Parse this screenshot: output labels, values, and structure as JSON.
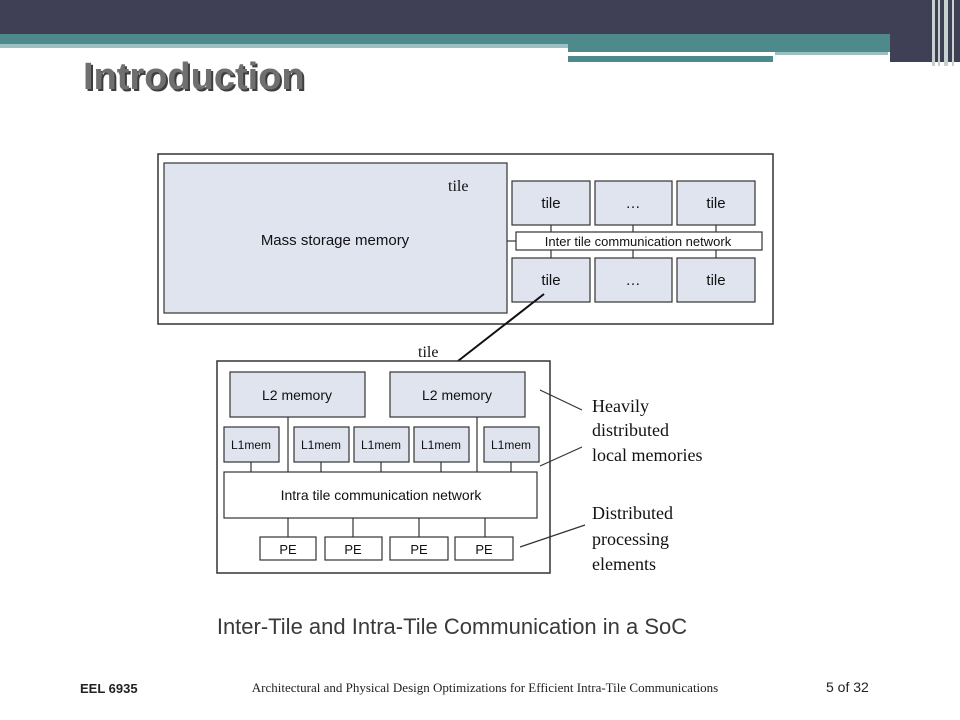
{
  "slide": {
    "title": "Introduction",
    "caption": "Inter-Tile and Intra-Tile Communication in a SoC",
    "footer": {
      "course": "EEL 6935",
      "title": "Architectural and Physical Design Optimizations for Efficient Intra-Tile Communications",
      "page": "5 of 32"
    }
  },
  "diagram": {
    "chip": {
      "tile_label": "tile",
      "mass_storage": "Mass storage memory",
      "tiles_top": [
        "tile",
        "…",
        "tile"
      ],
      "network": "Inter tile communication network",
      "tiles_bottom": [
        "tile",
        "…",
        "tile"
      ]
    },
    "tile_detail": {
      "label": "tile",
      "l2": [
        "L2 memory",
        "L2 memory"
      ],
      "l1": [
        "L1mem",
        "L1mem",
        "L1mem",
        "L1mem",
        "L1mem"
      ],
      "network": "Intra tile communication network",
      "pe": [
        "PE",
        "PE",
        "PE",
        "PE"
      ]
    },
    "annotations": {
      "memories": [
        "Heavily",
        "distributed",
        "local memories"
      ],
      "processing": [
        "Distributed",
        "processing",
        "elements"
      ]
    }
  },
  "colors": {
    "header_dark": "#3f3f55",
    "header_teal": "#4e8a8c",
    "box_fill": "#dfe4ee"
  }
}
